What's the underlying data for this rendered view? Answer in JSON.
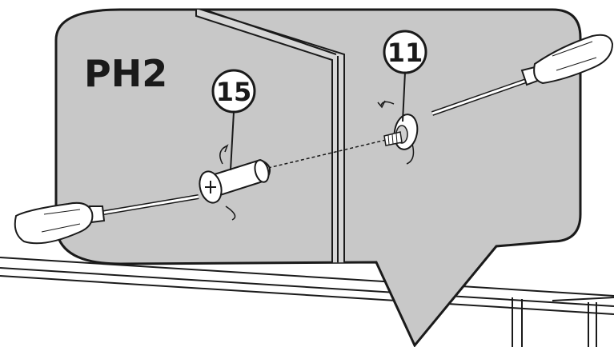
{
  "tool_label": "PH2",
  "parts": {
    "bolt": {
      "number": "15"
    },
    "nut": {
      "number": "11"
    }
  },
  "colors": {
    "panel_fill": "#c8c8c8",
    "outline": "#1a1a1a",
    "background": "#ffffff"
  },
  "icons": [
    "screwdriver-icon",
    "rotation-arrow-icon"
  ]
}
